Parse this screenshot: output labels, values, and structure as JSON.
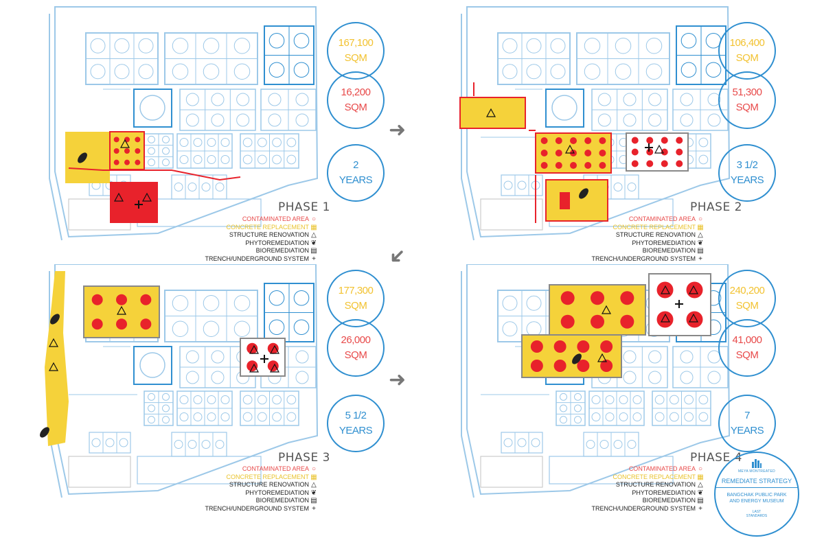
{
  "phases": [
    {
      "title": "PHASE 1",
      "area_total": "167,100",
      "area_contaminated": "16,200",
      "unit": "SQM",
      "duration_value": "2",
      "duration_unit": "YEARS"
    },
    {
      "title": "PHASE 2",
      "area_total": "106,400",
      "area_contaminated": "51,300",
      "unit": "SQM",
      "duration_value": "3 1/2",
      "duration_unit": "YEARS"
    },
    {
      "title": "PHASE 3",
      "area_total": "177,300",
      "area_contaminated": "26,000",
      "unit": "SQM",
      "duration_value": "5 1/2",
      "duration_unit": "YEARS"
    },
    {
      "title": "PHASE 4",
      "area_total": "240,200",
      "area_contaminated": "41,000",
      "unit": "SQM",
      "duration_value": "7",
      "duration_unit": "YEARS"
    }
  ],
  "legend": {
    "contaminated": "CONTAMINATED AREA",
    "concrete": "CONCRETE REPLACEMENT",
    "structure": "STRUCTURE RENOVATION",
    "phyto": "PHYTOREMEDIATION",
    "bio": "BIOREMEDIATION",
    "trench": "TRENCH/UNDERGROUND SYSTEM"
  },
  "badge": {
    "small": "MEYA MONTREATED",
    "title": "REMEDIATE STRATEGY",
    "name": "BANGCHAK PUBLIC PARK AND ENERGY MUSEUM",
    "foot1": "LAST",
    "foot2": "STANDARDS"
  },
  "colors": {
    "blue": "#2f8fd0",
    "light_blue": "#9cc8e8",
    "yellow": "#f5d23a",
    "red": "#e8222b",
    "gray": "#bbbbbb"
  },
  "arrows": [
    "right-arrow",
    "down-left-arrow",
    "right-arrow"
  ]
}
